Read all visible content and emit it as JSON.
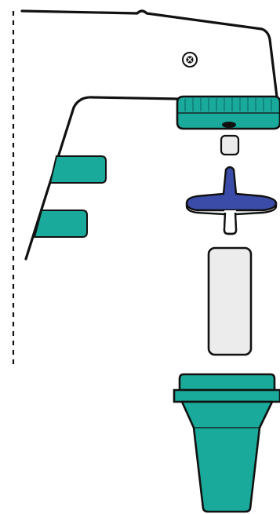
{
  "diagram": {
    "colors": {
      "outline": "#111111",
      "teal": "#1aaa9b",
      "teal_dark": "#12807a",
      "blue": "#3b4ca8",
      "light_gray": "#ececec",
      "background": "#ffffff"
    },
    "icons": {
      "mark": "close-circle-icon"
    },
    "parts": [
      "pipette-body",
      "tip-ejector-tabs",
      "teal-cap",
      "small-o-ring",
      "blue-seal-piece",
      "white-filter-cylinder",
      "teal-base-nozzle"
    ]
  }
}
